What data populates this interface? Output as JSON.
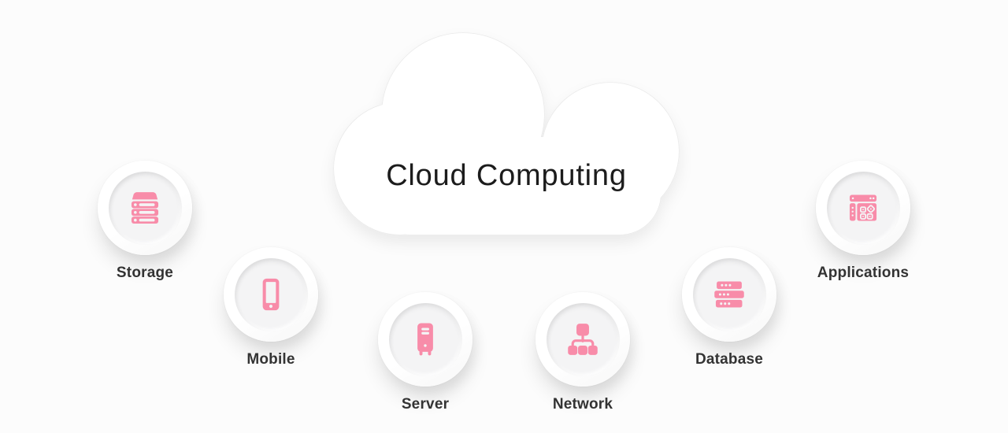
{
  "title": {
    "text": "Cloud Computing"
  },
  "colors": {
    "accent": "#F88CA9",
    "background": "#FCFCFC",
    "node_inner": "#F4F4F5",
    "label_text": "#333333",
    "title_text": "#1C1C1C",
    "cloud_border": "#EAEAEA"
  },
  "nodes": [
    {
      "id": "storage",
      "label": "Storage",
      "icon": "storage-icon"
    },
    {
      "id": "mobile",
      "label": "Mobile",
      "icon": "mobile-icon"
    },
    {
      "id": "server",
      "label": "Server",
      "icon": "server-icon"
    },
    {
      "id": "network",
      "label": "Network",
      "icon": "network-icon"
    },
    {
      "id": "database",
      "label": "Database",
      "icon": "database-icon"
    },
    {
      "id": "applications",
      "label": "Applications",
      "icon": "applications-icon"
    }
  ]
}
